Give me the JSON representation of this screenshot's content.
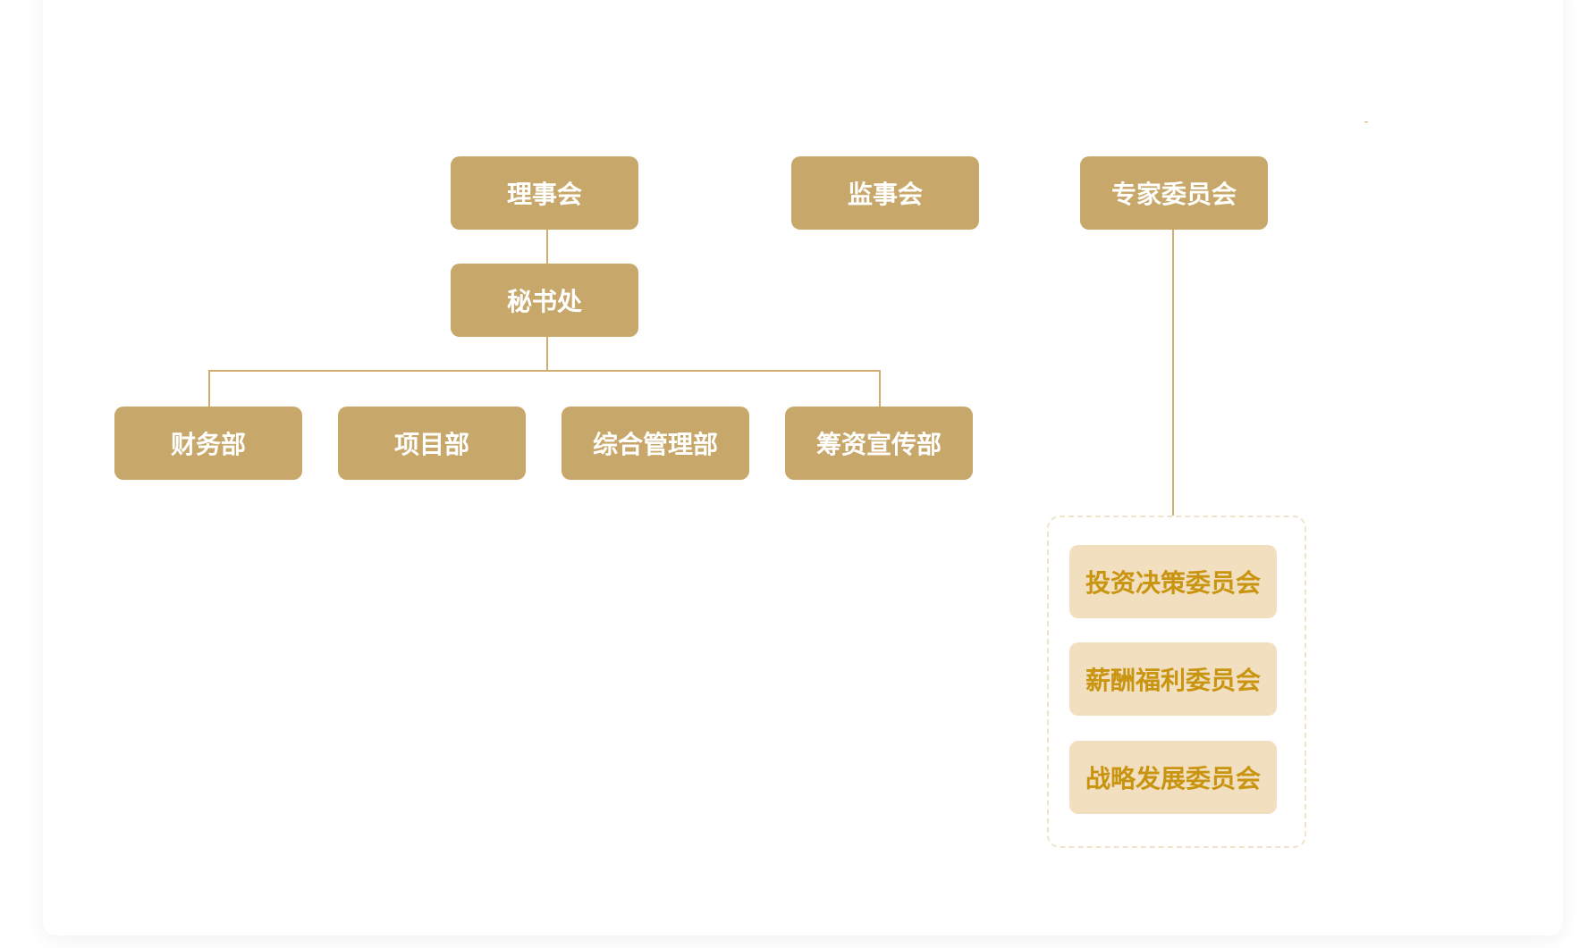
{
  "org_chart": {
    "top": {
      "board": "理事会",
      "supervisors": "监事会",
      "experts": "专家委员会"
    },
    "secretariat": "秘书处",
    "departments": [
      "财务部",
      "项目部",
      "综合管理部",
      "筹资宣传部"
    ],
    "committees": [
      "投资决策委员会",
      "薪酬福利委员会",
      "战略发展委员会"
    ]
  },
  "colors": {
    "primary_box": "#c8a86a",
    "primary_text": "#ffffff",
    "sub_box": "#f1dfc0",
    "sub_text": "#c9940f",
    "connector": "#cfae6f"
  }
}
